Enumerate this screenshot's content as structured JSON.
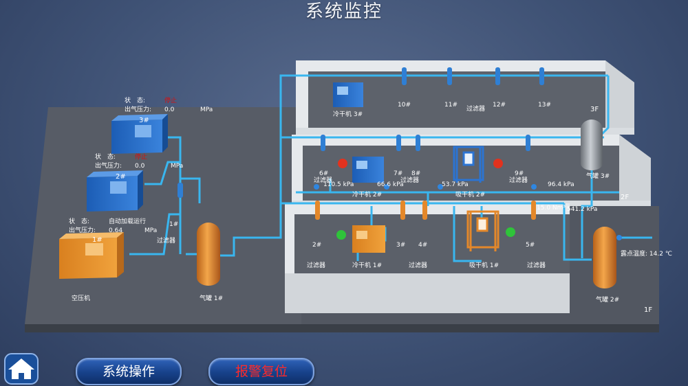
{
  "header": {
    "title": "系统监控"
  },
  "floors": {
    "f1": "1F",
    "f2": "2F",
    "f3": "3F"
  },
  "compressors": [
    {
      "id": "3#",
      "status_label": "状　态:",
      "status_value": "停止",
      "pressure_label": "出气压力:",
      "pressure_value": "0.0",
      "unit": "MPa"
    },
    {
      "id": "2#",
      "status_label": "状　态:",
      "status_value": "停止",
      "pressure_label": "出气压力:",
      "pressure_value": "0.0",
      "unit": "MPa"
    },
    {
      "id": "1#",
      "status_label": "状　态:",
      "status_value": "自动加载运行",
      "pressure_label": "出气压力:",
      "pressure_value": "0.64",
      "unit": "MPa"
    }
  ],
  "labels": {
    "compressor_area": "空压机",
    "filter1_num": "1#",
    "filter1_name": "过滤器",
    "tank1": "气罐 1#",
    "tank2": "气罐 2#",
    "tank3": "气罐 3#",
    "filter2_num": "2#",
    "filter2_name": "过滤器",
    "dryer1": "冷干机 1#",
    "filter3_num": "3#",
    "filter4_num": "4#",
    "filter34_name": "过滤器",
    "adsorb1": "吸干机 1#",
    "filter5_num": "5#",
    "filter5_name": "过滤器",
    "filter6_num": "6#",
    "filter6_name": "过滤器",
    "dryer2": "冷干机 2#",
    "filter7_num": "7#",
    "filter8_num": "8#",
    "filter78_name": "过滤器",
    "adsorb2": "吸干机 2#",
    "filter9_num": "9#",
    "filter9_name": "过滤器",
    "dryer3": "冷干机 3#",
    "filter10": "10#",
    "filter11": "11#",
    "filter12": "12#",
    "filter13": "13#",
    "filter_3f_name": "过滤器",
    "dew_label": "露点温度:",
    "dew_value": "14.2",
    "dew_unit": "℃"
  },
  "readings": {
    "p1": "110.5 kPa",
    "p2": "66.6 kPa",
    "p3": "53.7 kPa",
    "p4": "96.4 kPa",
    "flow": "15.0 Nm³",
    "p5": "541.2 kPa"
  },
  "buttons": {
    "operate": "系统操作",
    "reset": "报警复位"
  },
  "colors": {
    "pipe": "#39b6ef",
    "floor": "#545963",
    "wall": "#e9ecef",
    "compressor_on": "#e9922c",
    "compressor_off": "#2b6fc4",
    "tank": "#e58b2a",
    "indicator_run": "#2fc33a",
    "indicator_stop": "#e2321e",
    "reset_text": "#ff2a2a"
  }
}
